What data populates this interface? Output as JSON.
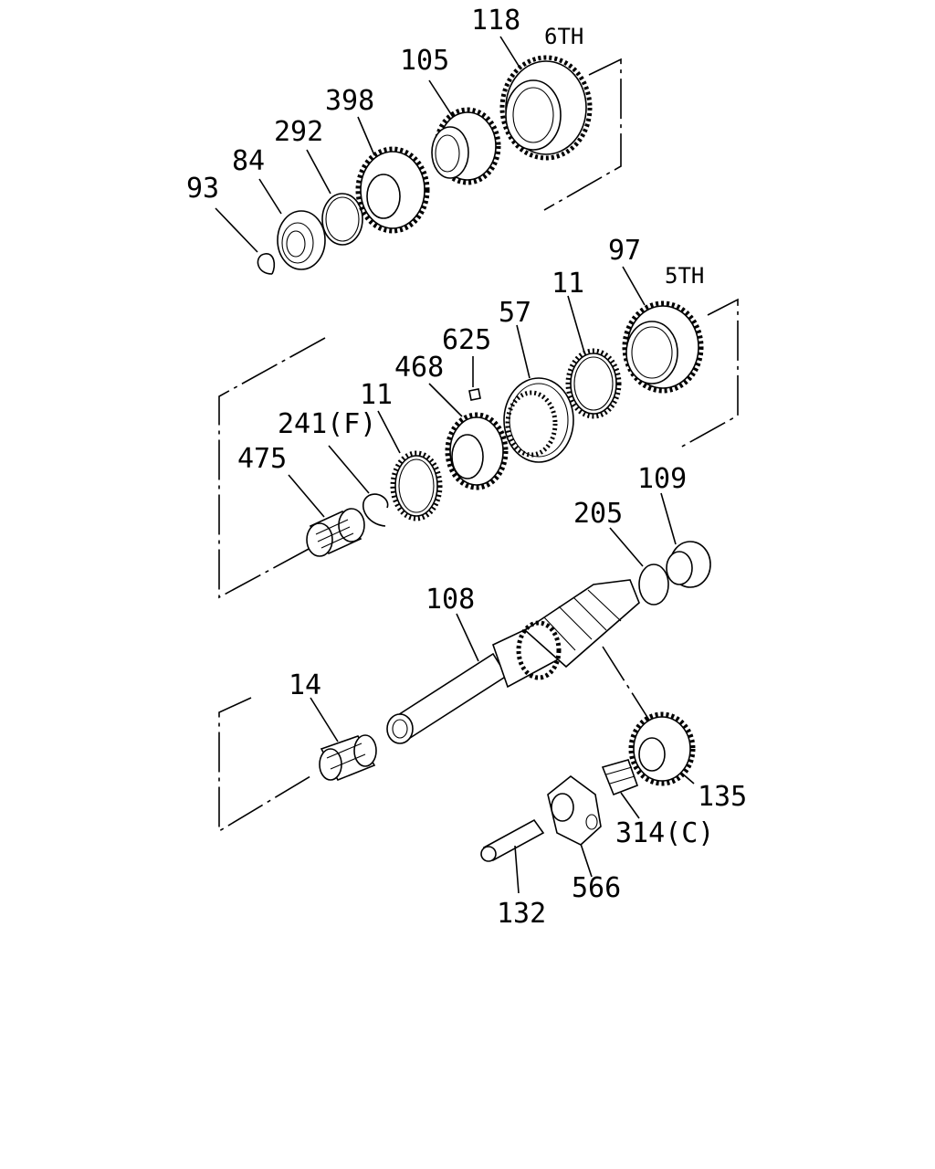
{
  "labels": {
    "p118": "118",
    "p6th": "6TH",
    "p105": "105",
    "p398": "398",
    "p292": "292",
    "p84": "84",
    "p93": "93",
    "p97": "97",
    "p5th": "5TH",
    "p11a": "11",
    "p57": "57",
    "p625": "625",
    "p468": "468",
    "p11b": "11",
    "p241": "241(F)",
    "p475": "475",
    "p109": "109",
    "p205": "205",
    "p108": "108",
    "p14": "14",
    "p135": "135",
    "p314": "314(C)",
    "p566": "566",
    "p132": "132"
  }
}
